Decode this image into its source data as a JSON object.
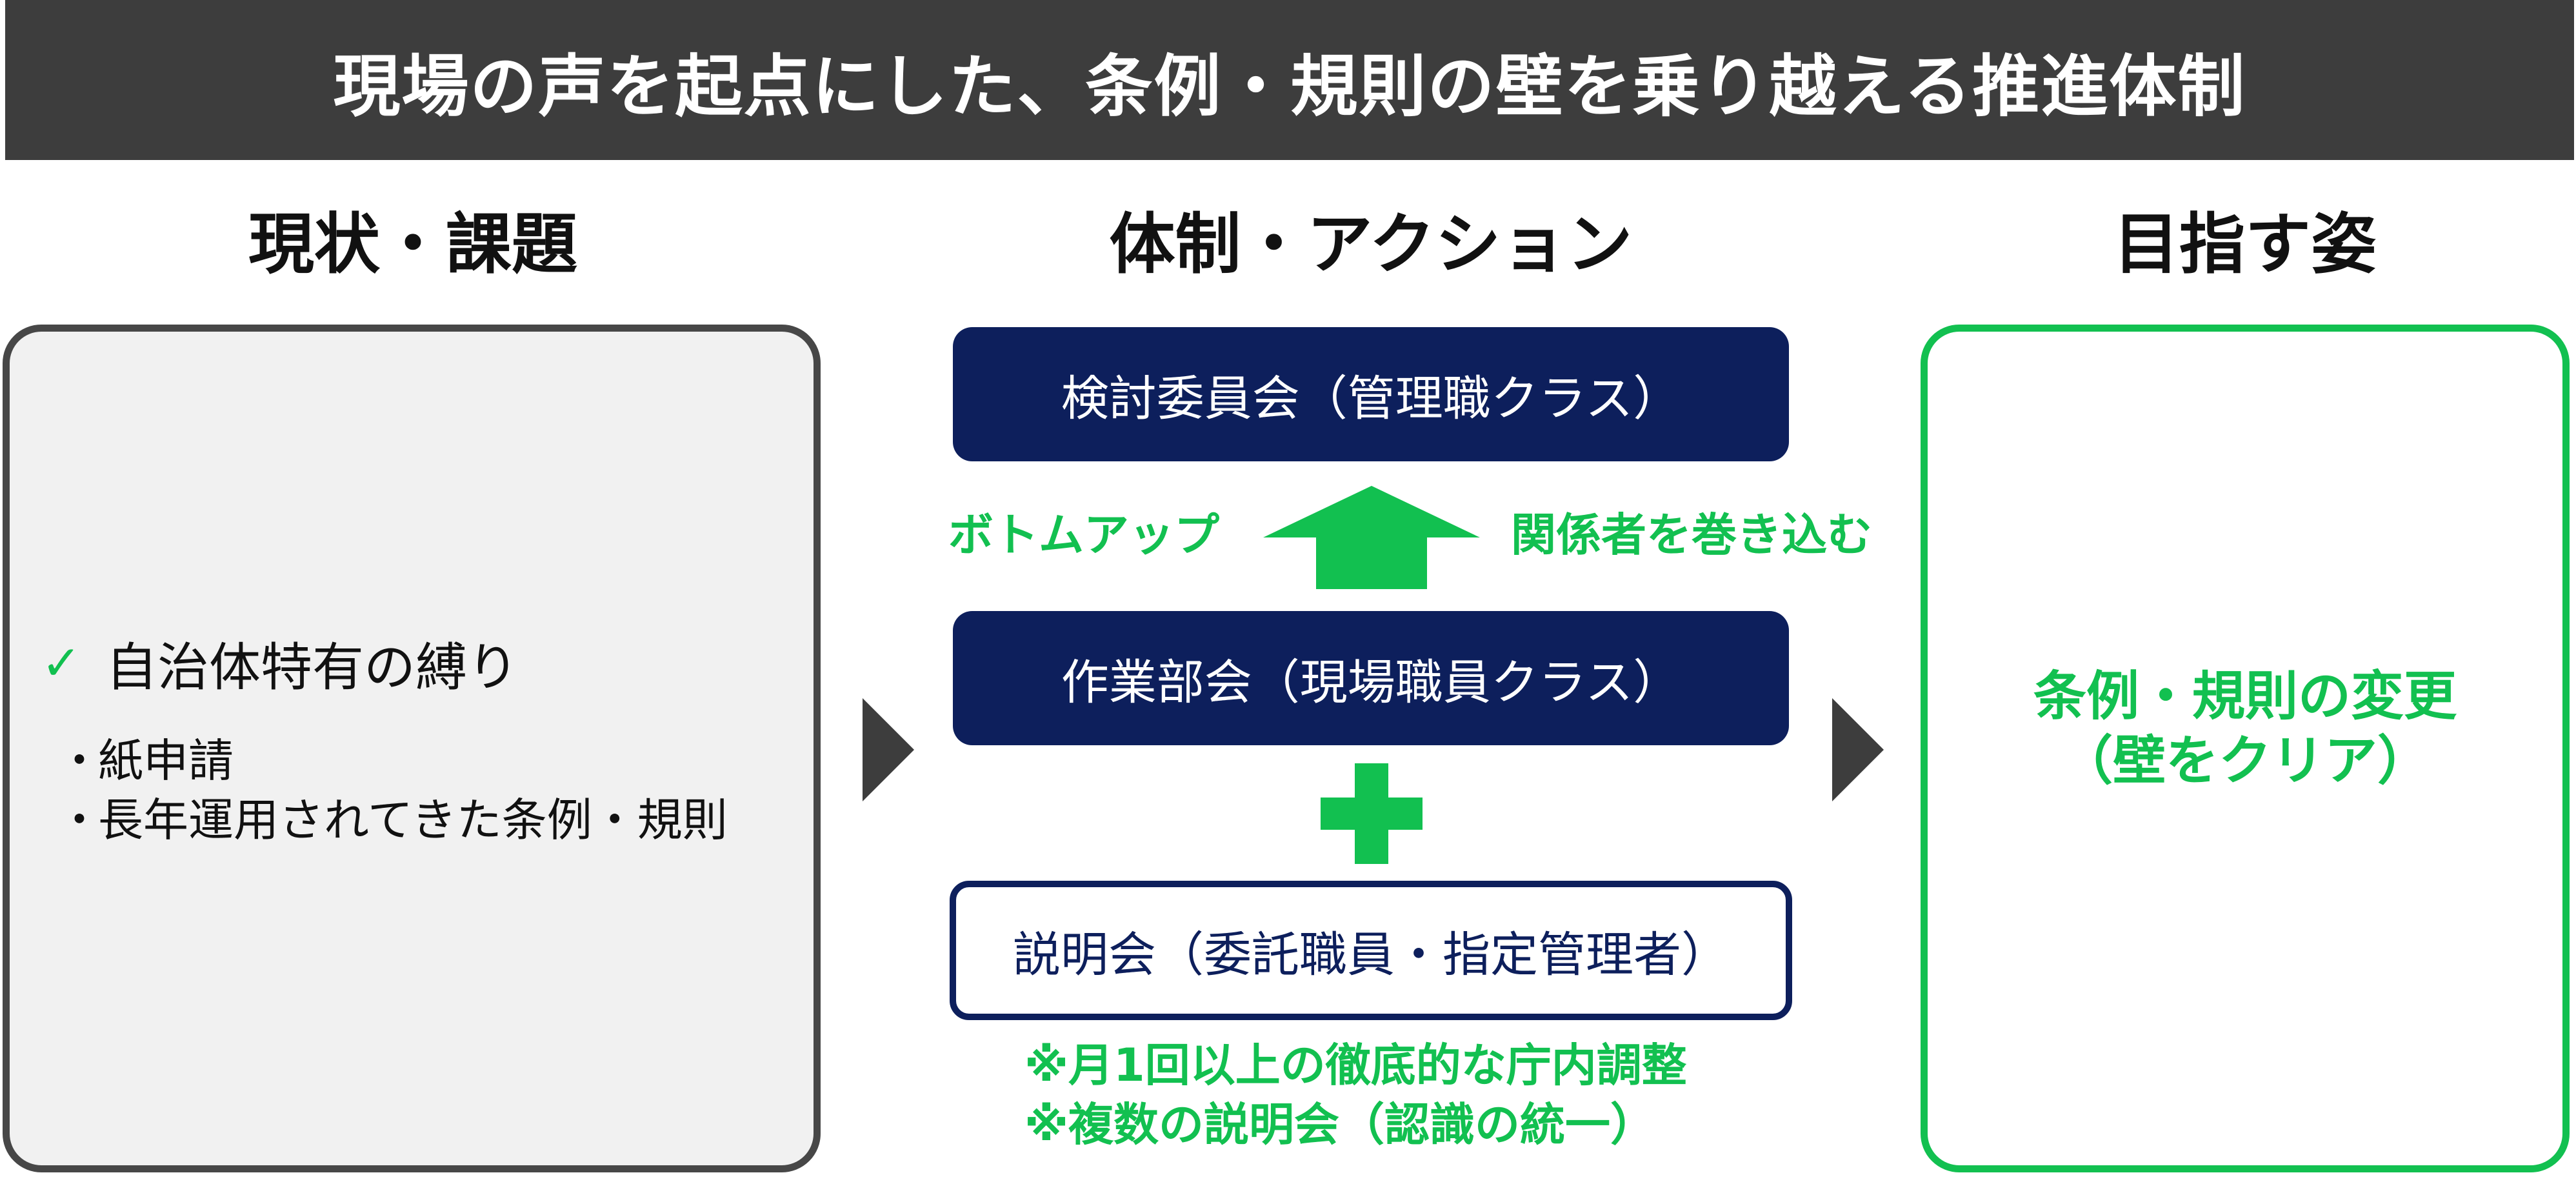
{
  "title": "現場の声を起点にした、条例・規則の壁を乗り越える推進体制",
  "columns": {
    "left": "現状・課題",
    "center": "体制・アクション",
    "right": "目指す姿"
  },
  "left_panel": {
    "check_icon": "check-icon",
    "check_item": "自治体特有の縛り",
    "bullet_char": "・",
    "bullets": [
      "紙申請",
      "長年運用されてきた条例・規則"
    ]
  },
  "center": {
    "committee": "検討委員会（管理職クラス）",
    "bottom_up_label": "ボトムアップ",
    "involve_label": "関係者を巻き込む",
    "working_group": "作業部会（現場職員クラス）",
    "briefing": "説明会（委託職員・指定管理者）",
    "notes": [
      "※月1回以上の徹底的な庁内調整",
      "※複数の説明会（認識の統一）"
    ]
  },
  "right_panel": {
    "lines": [
      "条例・規則の変更",
      "（壁をクリア）"
    ]
  },
  "colors": {
    "title_bg": "#3d3d3d",
    "navy": "#0d1f5c",
    "green": "#12c050",
    "left_panel_bg": "#f1f1f1"
  }
}
